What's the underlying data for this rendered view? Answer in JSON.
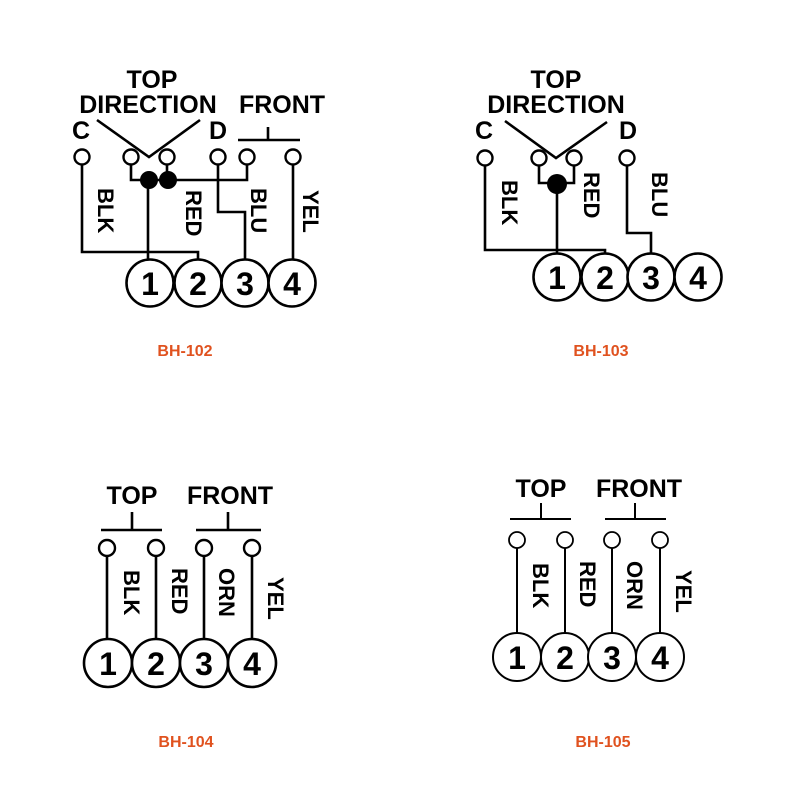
{
  "colors": {
    "model_label": "#e0521f",
    "ink": "#000000"
  },
  "diagrams": [
    {
      "model": "BH-102",
      "top": "TOP",
      "direction": "DIRECTION",
      "front": "FRONT",
      "c": "C",
      "d": "D",
      "wires": [
        "BLK",
        "RED",
        "BLU",
        "YEL"
      ],
      "terminals": [
        "1",
        "2",
        "3",
        "4"
      ]
    },
    {
      "model": "BH-103",
      "top": "TOP",
      "direction": "DIRECTION",
      "c": "C",
      "d": "D",
      "wires": [
        "BLK",
        "RED",
        "BLU"
      ],
      "terminals": [
        "1",
        "2",
        "3",
        "4"
      ]
    },
    {
      "model": "BH-104",
      "top": "TOP",
      "front": "FRONT",
      "wires": [
        "BLK",
        "RED",
        "ORN",
        "YEL"
      ],
      "terminals": [
        "1",
        "2",
        "3",
        "4"
      ]
    },
    {
      "model": "BH-105",
      "top": "TOP",
      "front": "FRONT",
      "wires": [
        "BLK",
        "RED",
        "ORN",
        "YEL"
      ],
      "terminals": [
        "1",
        "2",
        "3",
        "4"
      ]
    }
  ]
}
